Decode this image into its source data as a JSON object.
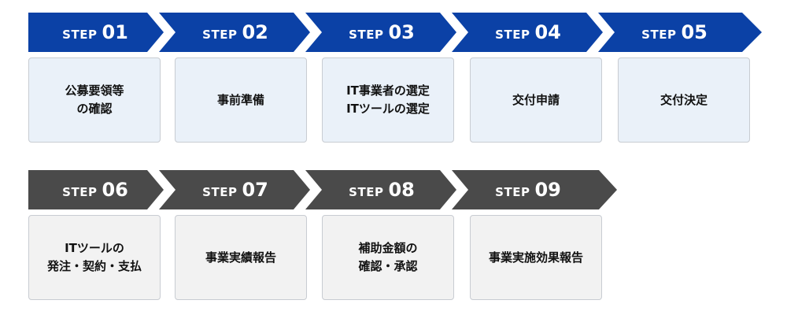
{
  "step_word": "STEP",
  "rows": [
    {
      "color": "#0b41a6",
      "steps": [
        {
          "num": "01",
          "text": "公募要領等\nの確認"
        },
        {
          "num": "02",
          "text": "事前準備"
        },
        {
          "num": "03",
          "text": "IT事業者の選定\nITツールの選定"
        },
        {
          "num": "04",
          "text": "交付申請"
        },
        {
          "num": "05",
          "text": "交付決定"
        }
      ]
    },
    {
      "color": "#4a4a4a",
      "steps": [
        {
          "num": "06",
          "text": "ITツールの\n発注・契約・支払"
        },
        {
          "num": "07",
          "text": "事業実績報告"
        },
        {
          "num": "08",
          "text": "補助金額の\n確認・承認"
        },
        {
          "num": "09",
          "text": "事業実施効果報告"
        }
      ]
    }
  ]
}
